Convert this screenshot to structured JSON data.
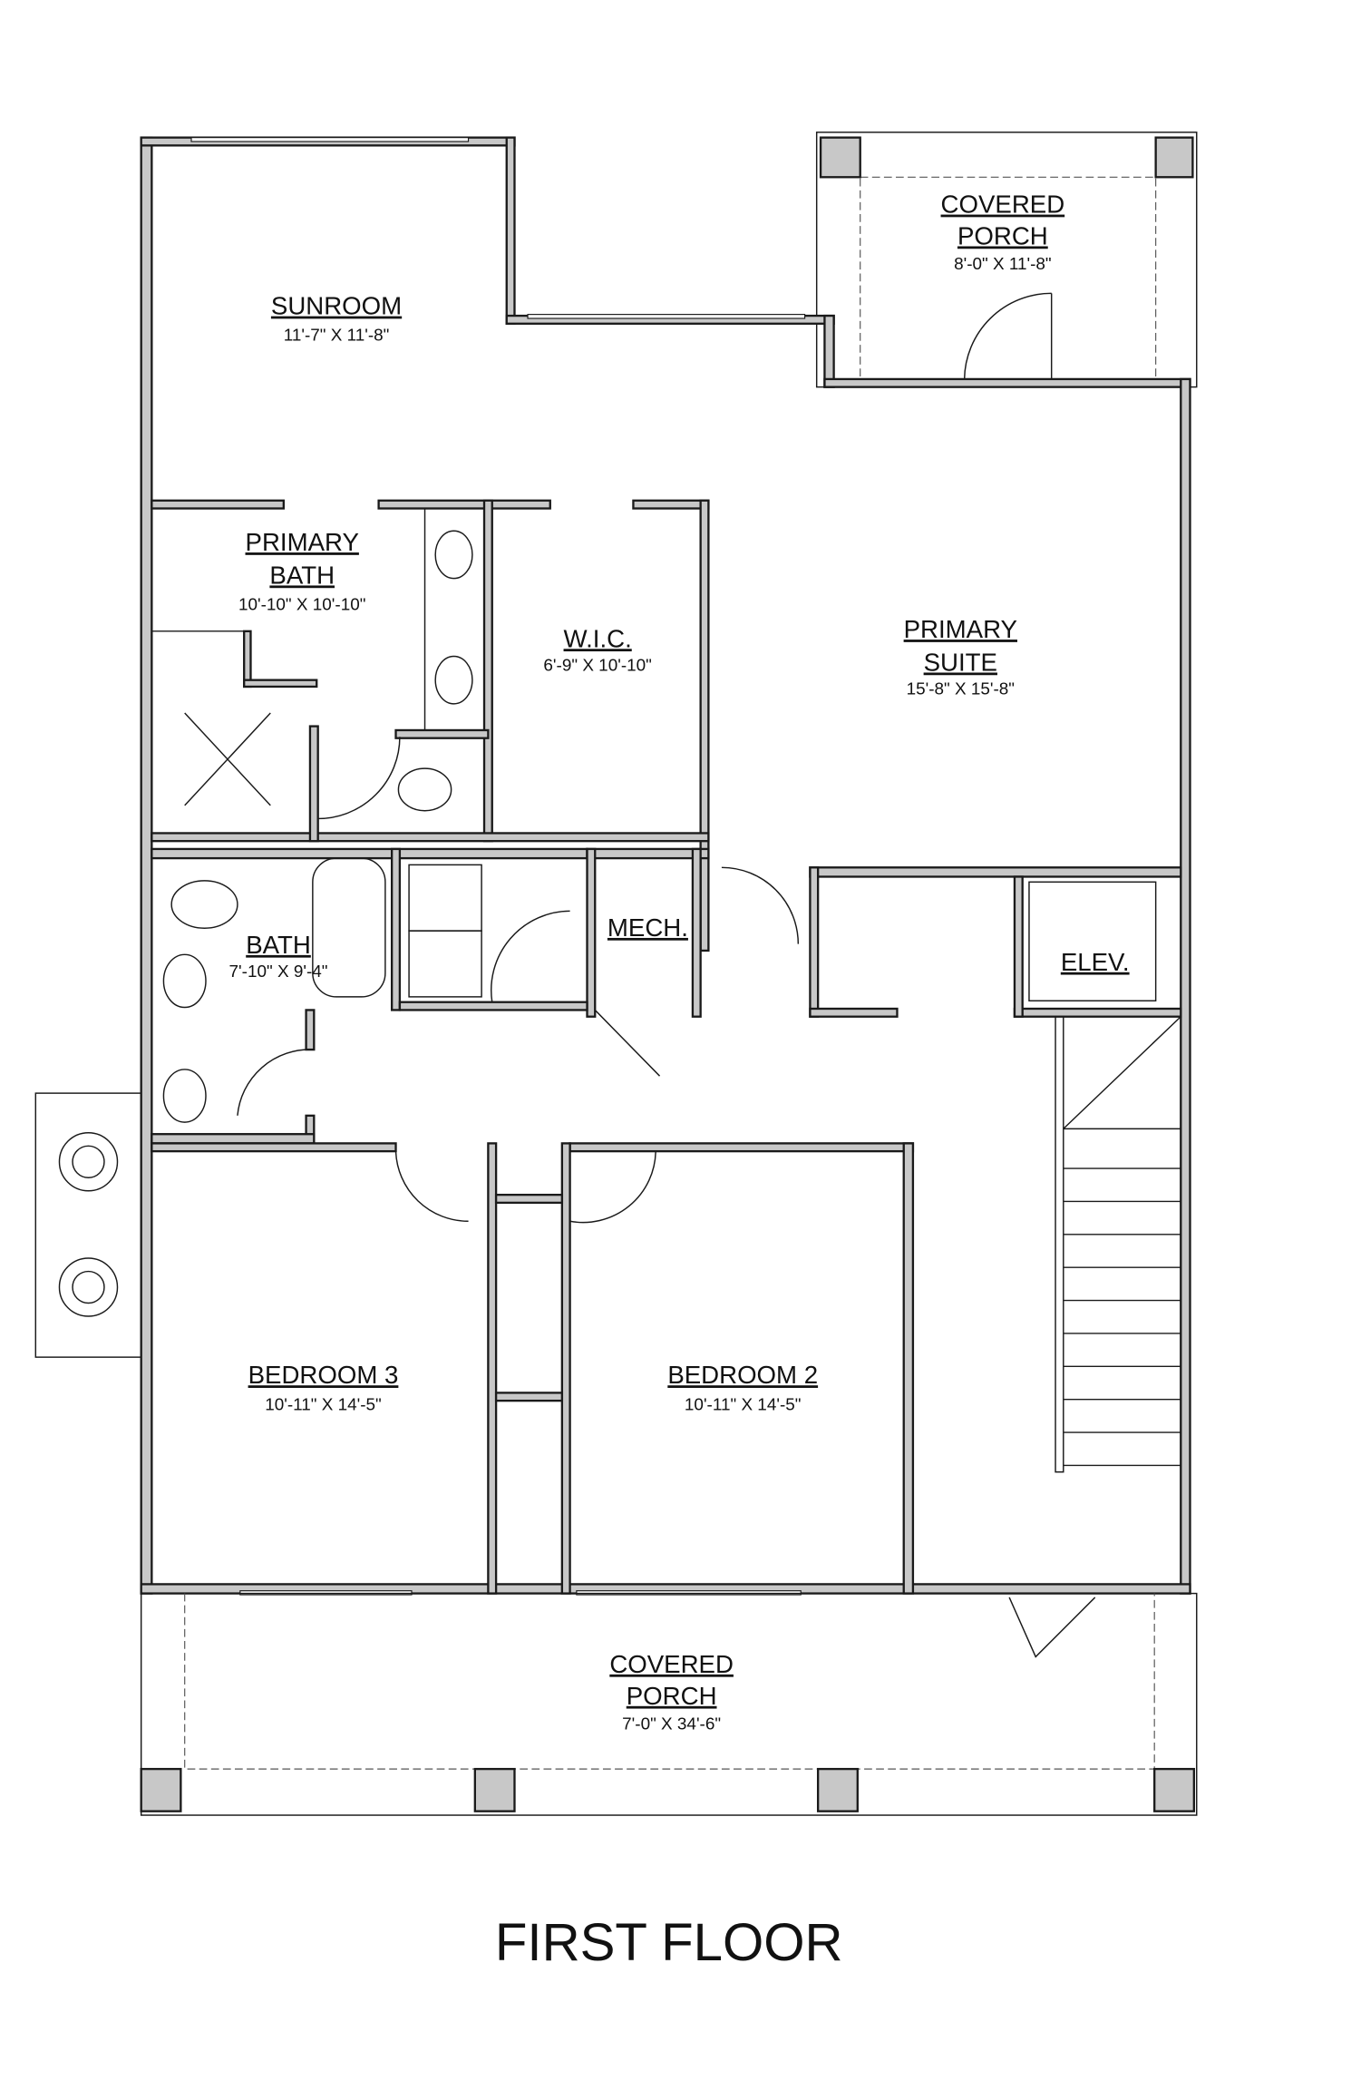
{
  "title": "FIRST FLOOR",
  "rooms": {
    "sunroom": {
      "name": "SUNROOM",
      "dims": "11'-7\" X 11'-8\""
    },
    "rear_porch": {
      "name1": "COVERED",
      "name2": "PORCH",
      "dims": "8'-0\" X 11'-8\""
    },
    "primary_bath": {
      "name1": "PRIMARY",
      "name2": "BATH",
      "dims": "10'-10\" X 10'-10\""
    },
    "wic": {
      "name": "W.I.C.",
      "dims": "6'-9\" X 10'-10\""
    },
    "primary_suite": {
      "name1": "PRIMARY",
      "name2": "SUITE",
      "dims": "15'-8\" X 15'-8\""
    },
    "bath": {
      "name": "BATH",
      "dims": "7'-10\" X 9'-4\""
    },
    "mech": {
      "name": "MECH."
    },
    "elev": {
      "name": "ELEV."
    },
    "bedroom3": {
      "name": "BEDROOM 3",
      "dims": "10'-11\" X 14'-5\""
    },
    "bedroom2": {
      "name": "BEDROOM 2",
      "dims": "10'-11\" X 14'-5\""
    },
    "front_porch": {
      "name1": "COVERED",
      "name2": "PORCH",
      "dims": "7'-0\" X 34'-6\""
    }
  }
}
